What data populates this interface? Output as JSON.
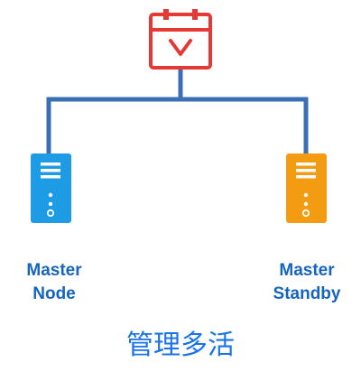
{
  "colors": {
    "calendar": "#e53935",
    "connector": "#3b6fb5",
    "master_node": "#1e9be5",
    "master_standby": "#f39c12",
    "label_text": "#1565c0",
    "caption_text": "#1a73e8"
  },
  "icons": {
    "top": "calendar-check-icon",
    "left": "server-icon",
    "right": "server-icon"
  },
  "nodes": {
    "master_node": {
      "line1": "Master",
      "line2": "Node"
    },
    "master_standby": {
      "line1": "Master",
      "line2": "Standby"
    }
  },
  "caption": "管理多活"
}
